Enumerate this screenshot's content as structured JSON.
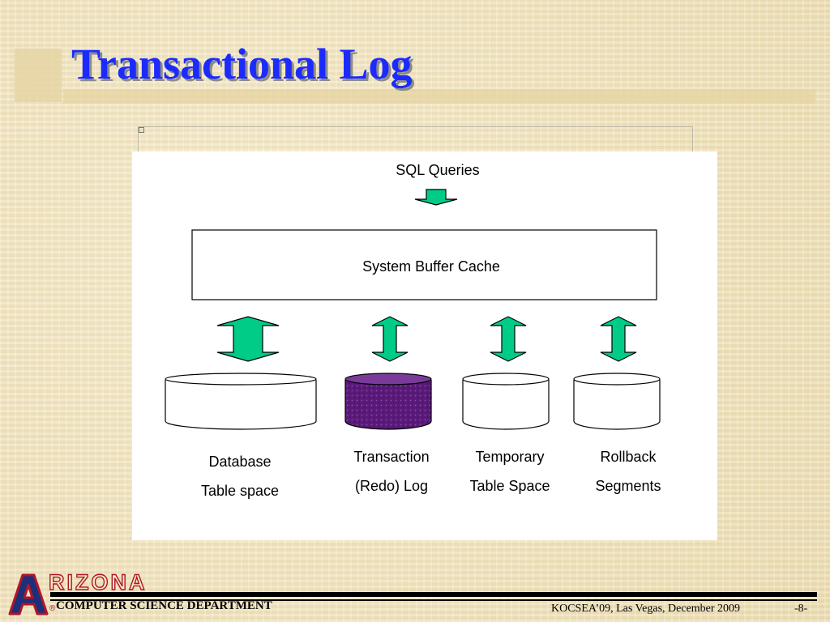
{
  "slide": {
    "title": "Transactional Log"
  },
  "diagram": {
    "input_label": "SQL Queries",
    "buffer_label": "System Buffer Cache",
    "stores": [
      {
        "line1": "Database",
        "line2": "Table space",
        "highlighted": false
      },
      {
        "line1": "Transaction",
        "line2": "(Redo) Log",
        "highlighted": true
      },
      {
        "line1": "Temporary",
        "line2": "Table Space",
        "highlighted": false
      },
      {
        "line1": "Rollback",
        "line2": "Segments",
        "highlighted": false
      }
    ],
    "colors": {
      "arrow_fill": "#00cc88",
      "log_cylinder": "#5a1a7a",
      "title": "#1b2bff"
    }
  },
  "footer": {
    "logo_letter": "A",
    "logo_word": "RIZONA",
    "registered_mark": "®",
    "department": "COMPUTER SCIENCE DEPARTMENT",
    "conference": "KOCSEA’09, Las Vegas, December 2009",
    "page_number": "-8-"
  }
}
